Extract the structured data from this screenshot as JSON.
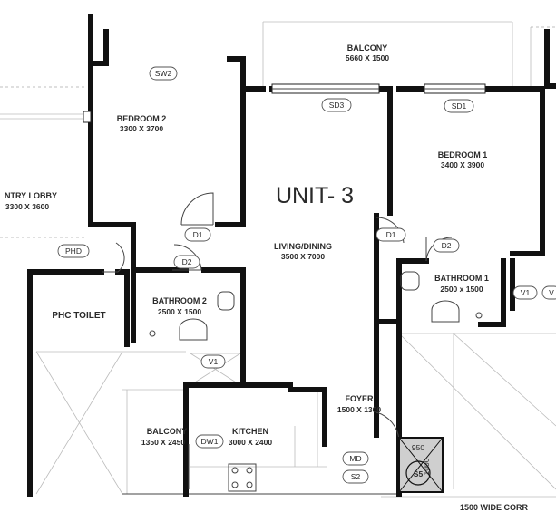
{
  "unit_title": "UNIT- 3",
  "rooms": {
    "balcony_top": {
      "name": "BALCONY",
      "size": "5660 X 1500"
    },
    "bedroom2": {
      "name": "BEDROOM 2",
      "size": "3300 X 3700"
    },
    "bedroom1": {
      "name": "BEDROOM 1",
      "size": "3400 X 3900"
    },
    "entry_lobby": {
      "name": "NTRY LOBBY",
      "size": "3300 X 3600"
    },
    "living": {
      "name": "LIVING/DINING",
      "size": "3500 X 7000"
    },
    "bathroom2": {
      "name": "BATHROOM 2",
      "size": "2500 X 1500"
    },
    "bathroom1": {
      "name": "BATHROOM 1",
      "size": "2500 x 1500"
    },
    "phc_toilet": {
      "name": "PHC TOILET"
    },
    "balcony_small": {
      "name": "BALCONY",
      "size": "1350 X 2450"
    },
    "kitchen": {
      "name": "KITCHEN",
      "size": "3000 X 2400"
    },
    "foyer": {
      "name": "FOYER",
      "size": "1500 X 1300"
    }
  },
  "tags": {
    "sw2": "SW2",
    "sd3": "SD3",
    "sd1": "SD1",
    "d1_bed2": "D1",
    "d1_bed1": "D1",
    "d2_bath2": "D2",
    "d2_bath1": "D2",
    "phd": "PHD",
    "v1_bath2": "V1",
    "v1_bath1": "V1",
    "v_edge": "V",
    "dw1": "DW1",
    "md": "MD",
    "s2": "S2"
  },
  "shaft": {
    "width": "950",
    "depth": "1000",
    "label": "S5"
  },
  "corridor": "1500 WIDE CORR"
}
